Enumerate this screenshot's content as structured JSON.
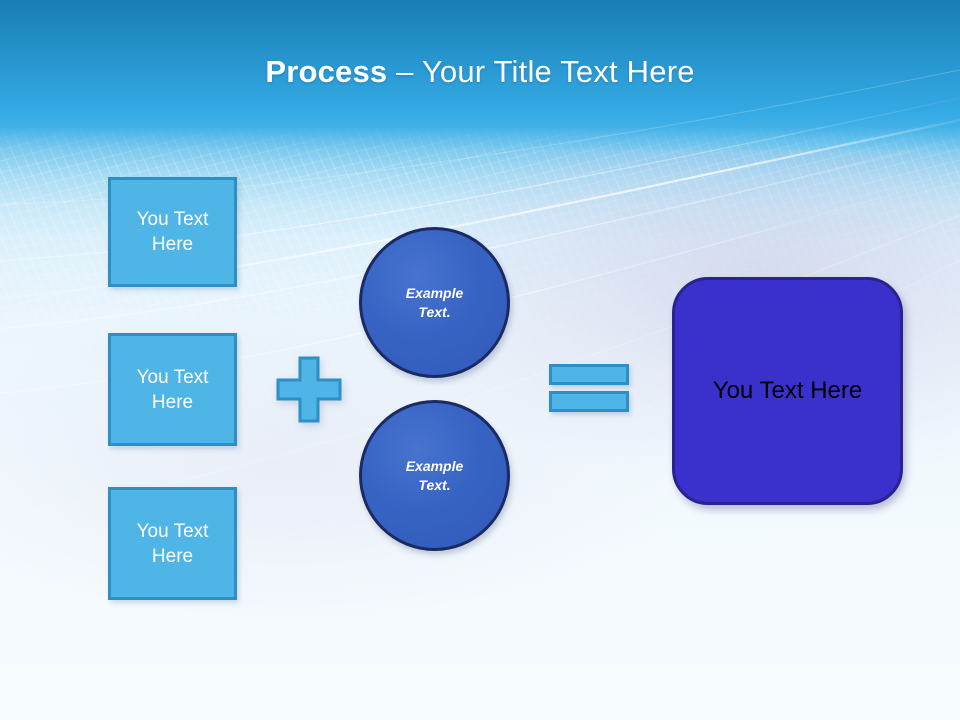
{
  "slide": {
    "title": {
      "strong": "Process",
      "rest": " – Your Title Text Here"
    },
    "colors": {
      "header_top": "#1a7db5",
      "header_bottom": "#41b0e7",
      "body_background": "#f2f9fd",
      "light_blue_fill": "#4fb4e6",
      "light_blue_border": "#2e8fc4",
      "circle_fill": "#3764c4",
      "circle_border": "#1b2a63",
      "result_fill": "#3a30cc",
      "result_border": "#2a2290",
      "title_text": "#ffffff",
      "result_text": "#000000"
    },
    "inputs": [
      {
        "label": "You Text\nHere"
      },
      {
        "label": "You Text\nHere"
      },
      {
        "label": "You Text\nHere"
      }
    ],
    "operators": {
      "plus": "+",
      "equals": "="
    },
    "circles": [
      {
        "line1": "Example",
        "line2": "Text."
      },
      {
        "line1": "Example",
        "line2": "Text."
      }
    ],
    "result": {
      "label": "You Text Here"
    }
  }
}
